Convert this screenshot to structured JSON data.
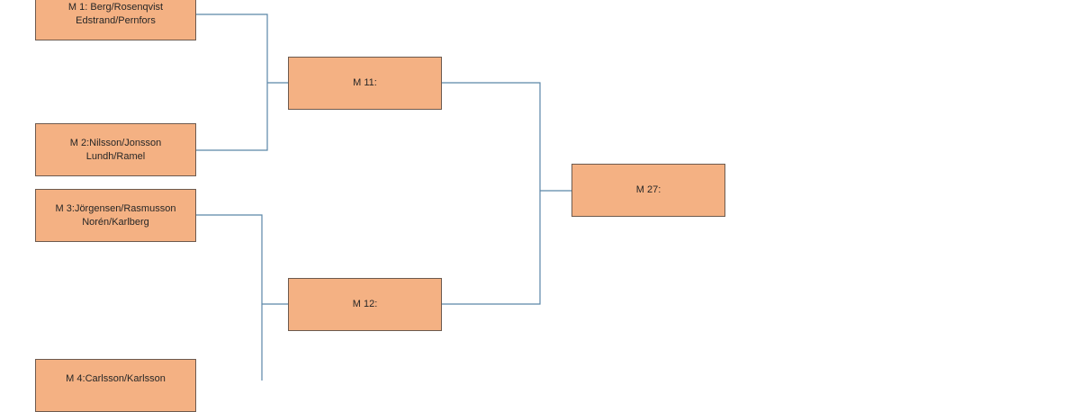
{
  "bracket": {
    "round1": [
      {
        "line1": "M 1: Berg/Rosenqvist",
        "line2": "Edstrand/Pernfors"
      },
      {
        "line1": "M 2:Nilsson/Jonsson",
        "line2": "Lundh/Ramel"
      },
      {
        "line1": "M 3:Jörgensen/Rasmusson",
        "line2": "Norén/Karlberg"
      },
      {
        "line1": "M 4:Carlsson/Karlsson",
        "line2": ""
      }
    ],
    "round2": [
      {
        "label": "M 11:"
      },
      {
        "label": "M 12:"
      }
    ],
    "round3": [
      {
        "label": "M 27:"
      }
    ]
  },
  "colors": {
    "box_fill": "#f4b183",
    "box_border": "#6d5a4e",
    "connector": "#5b86a8"
  }
}
